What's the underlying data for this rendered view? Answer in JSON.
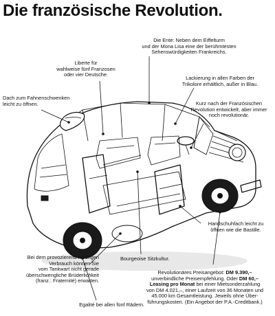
{
  "headline": "Die französische Revolution.",
  "callouts": {
    "ente": "Die Ente: Neben dem Eiffelturm\nund der Mona Lisa eine der berühmtesten\nSehenswürdigkeiten Frankreichs.",
    "liberte": "Liberte für\nwahlweise fünf Franzosen\noder vier Deutsche.",
    "lackierung": "Lackierung in allen Farben der\nTrikolore erhältlich, außer in Blau.",
    "fahnen": "Dach zum Fahnenschwenken\nleicht zu öffnen.",
    "kurz": "Kurz nach der Französischen\nRevolution entwickelt, aber immer\nnoch revolutionär.",
    "handschuh": "Handschuhfach leicht zu\nöffnen wie die Bastille.",
    "verbrauch": "Bei dem provozierend niedrigen\nVerbrauch können Sie\nvom Tankwart nicht gerade\nüberschwengliche Brüderlichkeit\n(franz.: Fraternité) erwarten.",
    "sitzkultur": "Bourgeoise Sitzkultur.",
    "egalite": "Egalité bei allen fünf Rädern.",
    "preis_intro": "Revolutionäres Preisangebot: ",
    "preis_amount": "DM 9.390,–",
    "preis_mid": "\nunverbindliche Preisempfehlung. Oder ",
    "preis_leasing_amount": "DM 60,–",
    "preis_leasing_label": "\nLeasing pro Monat",
    "preis_rest": " bei einer Mietsonderzahlung\nvon DM 4.021,–, einer Laufzeit von 36 Monaten und\n45.000 km Gesamtleistung. Jeweils ohne Über-\nführungskosten. (Ein Angebot der P.A.-Creditbank.)"
  }
}
